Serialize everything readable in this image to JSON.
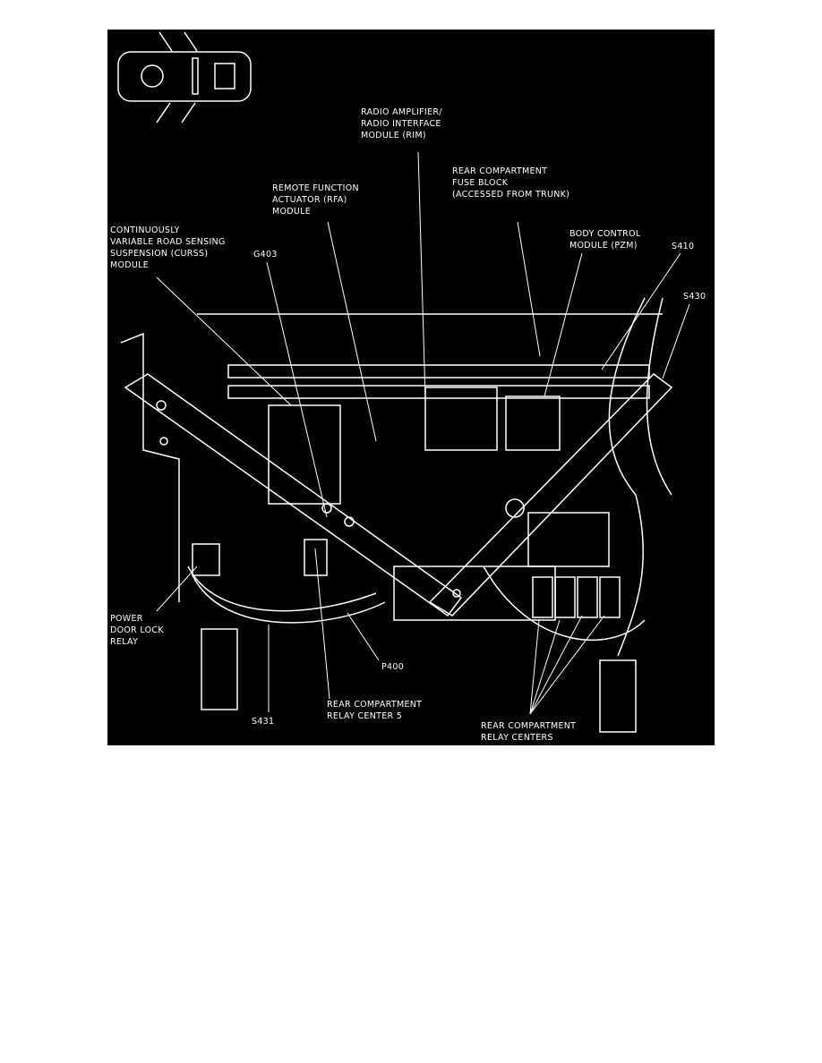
{
  "diagram": {
    "colors": {
      "background": "#000000",
      "ink": "#ffffff",
      "page": "#ffffff"
    },
    "labels": {
      "radio": [
        "RADIO AMPLIFIER/",
        "RADIO INTERFACE",
        "MODULE (RIM)"
      ],
      "fuse_block": [
        "REAR COMPARTMENT",
        "FUSE BLOCK",
        "(ACCESSED FROM TRUNK)"
      ],
      "rfa": [
        "REMOTE FUNCTION",
        "ACTUATOR (RFA)",
        "MODULE"
      ],
      "cvrss": [
        "CONTINUOUSLY",
        "VARIABLE ROAD SENSING",
        "SUSPENSION (CURSS)",
        "MODULE"
      ],
      "g403": "G403",
      "bcm": [
        "BODY CONTROL",
        "MODULE (PZM)"
      ],
      "s410": "S410",
      "s430": "S430",
      "door_lock_relay": [
        "POWER",
        "DOOR LOCK",
        "RELAY"
      ],
      "p400": "P400",
      "relay_center_5": [
        "REAR COMPARTMENT",
        "RELAY CENTER 5"
      ],
      "s431": "S431",
      "relay_centers": [
        "REAR COMPARTMENT",
        "RELAY CENTERS"
      ]
    }
  }
}
